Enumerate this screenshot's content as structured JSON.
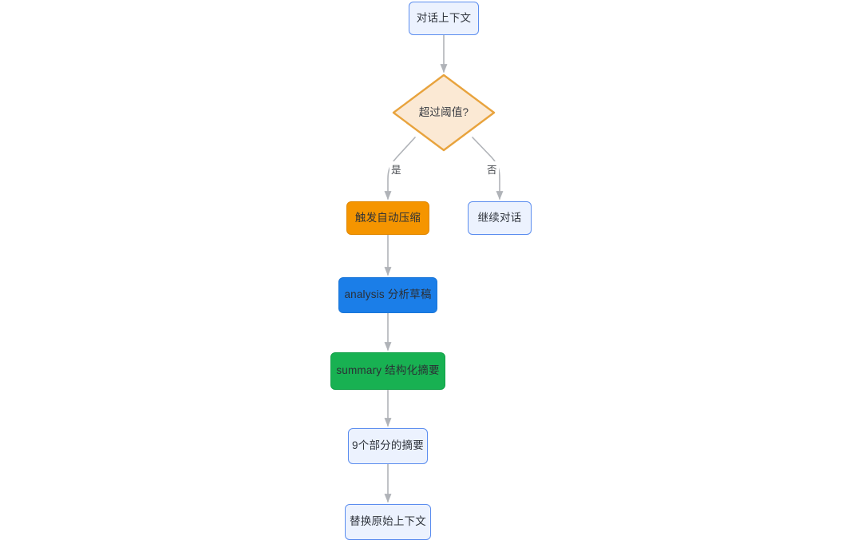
{
  "diagram": {
    "type": "flowchart",
    "direction": "top-to-bottom",
    "background_color": "#ffffff",
    "edge_color": "#b0b3b8",
    "nodes": [
      {
        "id": "context",
        "label": "对话上下文",
        "shape": "rounded-rect",
        "style": "soft-blue",
        "fill_color": "#ecf2fe",
        "border_color": "#5b8def"
      },
      {
        "id": "threshold",
        "label": "超过阈值?",
        "shape": "diamond",
        "style": "peach",
        "fill_color": "#fbe9d4",
        "border_color": "#e8a33d"
      },
      {
        "id": "trigger",
        "label": "触发自动压缩",
        "shape": "rounded-rect",
        "style": "orange",
        "fill_color": "#f59500",
        "border_color": "#e08700"
      },
      {
        "id": "continue",
        "label": "继续对话",
        "shape": "rounded-rect",
        "style": "soft-blue",
        "fill_color": "#ecf2fe",
        "border_color": "#5b8def"
      },
      {
        "id": "analysis",
        "label": "analysis 分析草稿",
        "shape": "rounded-rect",
        "style": "blue",
        "fill_color": "#1b7ee8",
        "border_color": "#1a76d8"
      },
      {
        "id": "summary",
        "label": "summary 结构化摘要",
        "shape": "rounded-rect",
        "style": "green",
        "fill_color": "#18b152",
        "border_color": "#13a049"
      },
      {
        "id": "sections",
        "label": "9个部分的摘要",
        "shape": "rounded-rect",
        "style": "soft-blue",
        "fill_color": "#ecf2fe",
        "border_color": "#5b8def"
      },
      {
        "id": "replace",
        "label": "替换原始上下文",
        "shape": "rounded-rect",
        "style": "soft-blue",
        "fill_color": "#ecf2fe",
        "border_color": "#5b8def"
      }
    ],
    "edges": [
      {
        "from": "context",
        "to": "threshold",
        "label": ""
      },
      {
        "from": "threshold",
        "to": "trigger",
        "label": "是"
      },
      {
        "from": "threshold",
        "to": "continue",
        "label": "否"
      },
      {
        "from": "trigger",
        "to": "analysis",
        "label": ""
      },
      {
        "from": "analysis",
        "to": "summary",
        "label": ""
      },
      {
        "from": "summary",
        "to": "sections",
        "label": ""
      },
      {
        "from": "sections",
        "to": "replace",
        "label": ""
      }
    ],
    "edge_labels": {
      "yes": "是",
      "no": "否"
    }
  }
}
